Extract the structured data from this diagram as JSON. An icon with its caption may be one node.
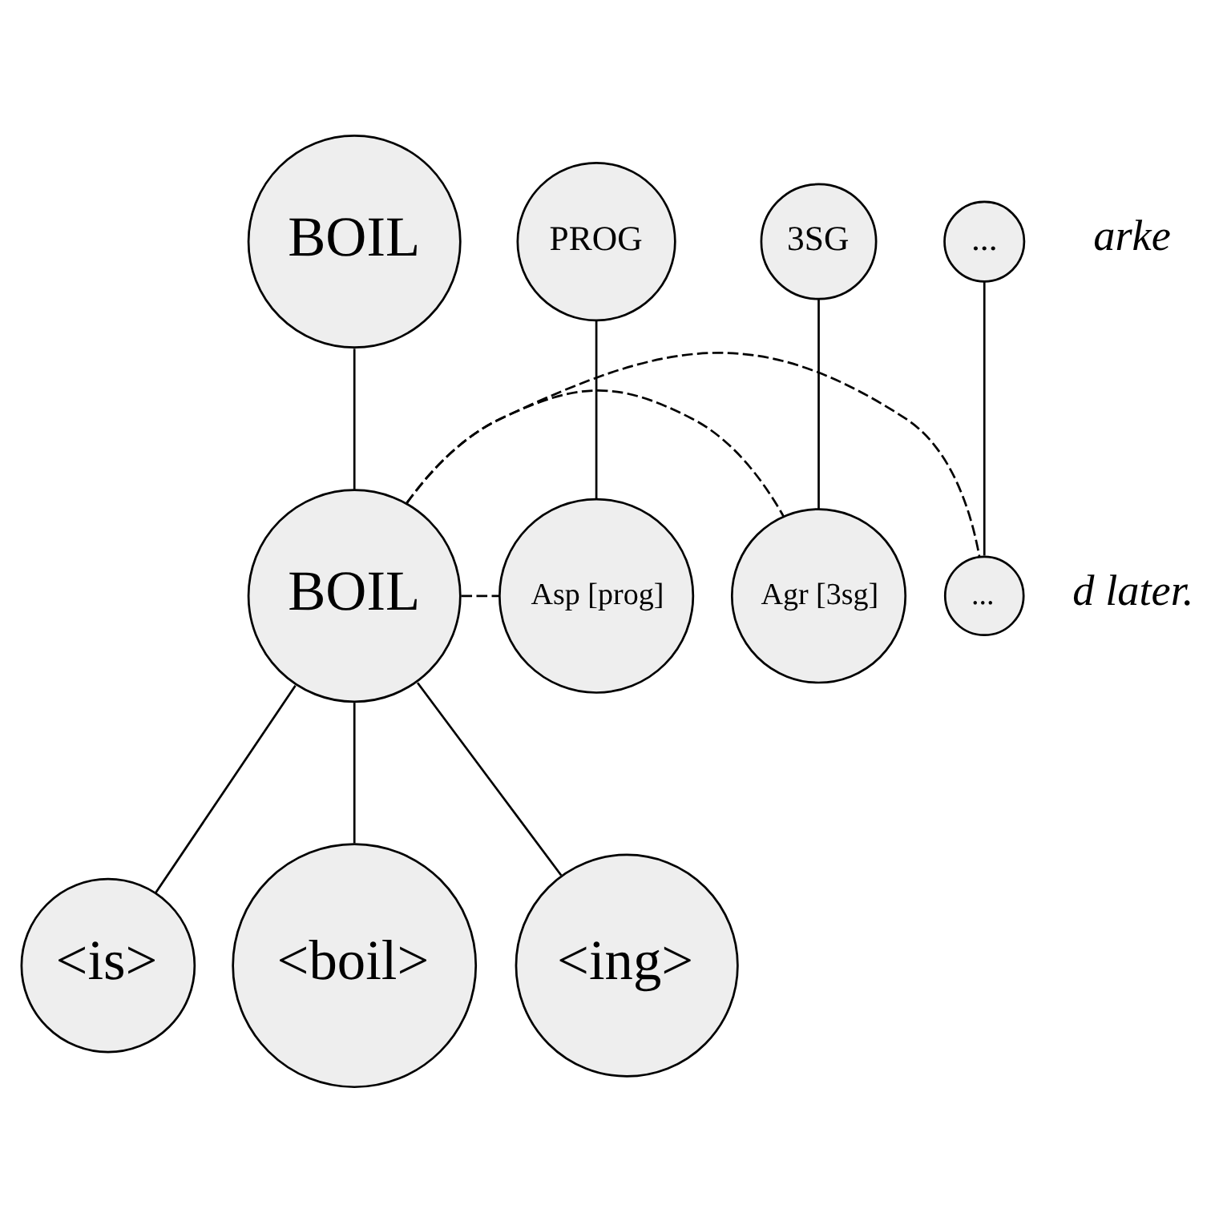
{
  "diagram": {
    "nodes": [
      {
        "text": [
          "BOIL"
        ]
      },
      {
        "text": [
          "BOIL"
        ]
      },
      {
        "text": [
          "<is>"
        ]
      },
      {
        "text": [
          "<boil>"
        ]
      },
      {
        "text": [
          "<ing>"
        ]
      },
      {
        "text": [
          "PROG"
        ]
      },
      {
        "text": [
          "3SG"
        ]
      },
      {
        "text": [
          "..."
        ]
      },
      {
        "text": [
          "Asp [prog]"
        ]
      },
      {
        "text": [
          "Agr [3sg]"
        ]
      },
      {
        "text": [
          "..."
        ]
      }
    ],
    "edges": [
      {
        "from": 0,
        "to": 1,
        "arrow": "none"
      },
      {
        "from": 5,
        "to": 8,
        "arrow": "none"
      },
      {
        "from": 6,
        "to": 9,
        "arrow": "none"
      },
      {
        "from": 7,
        "to": 10,
        "arrow": "none"
      },
      {
        "from": 1,
        "to": 8,
        "arrow": "none",
        "style": "dashed"
      },
      {
        "from": 1,
        "to": 9,
        "arrow": "none",
        "style": "dashed"
      },
      {
        "from": 1,
        "to": 10,
        "arrow": "none",
        "style": "dashed"
      },
      {
        "from": 1,
        "to": 2,
        "arrow": "none"
      },
      {
        "from": 1,
        "to": 3,
        "arrow": "none"
      },
      {
        "from": 1,
        "to": 4,
        "arrow": "none"
      }
    ],
    "labels": [
      "arke",
      "d later."
    ]
  }
}
